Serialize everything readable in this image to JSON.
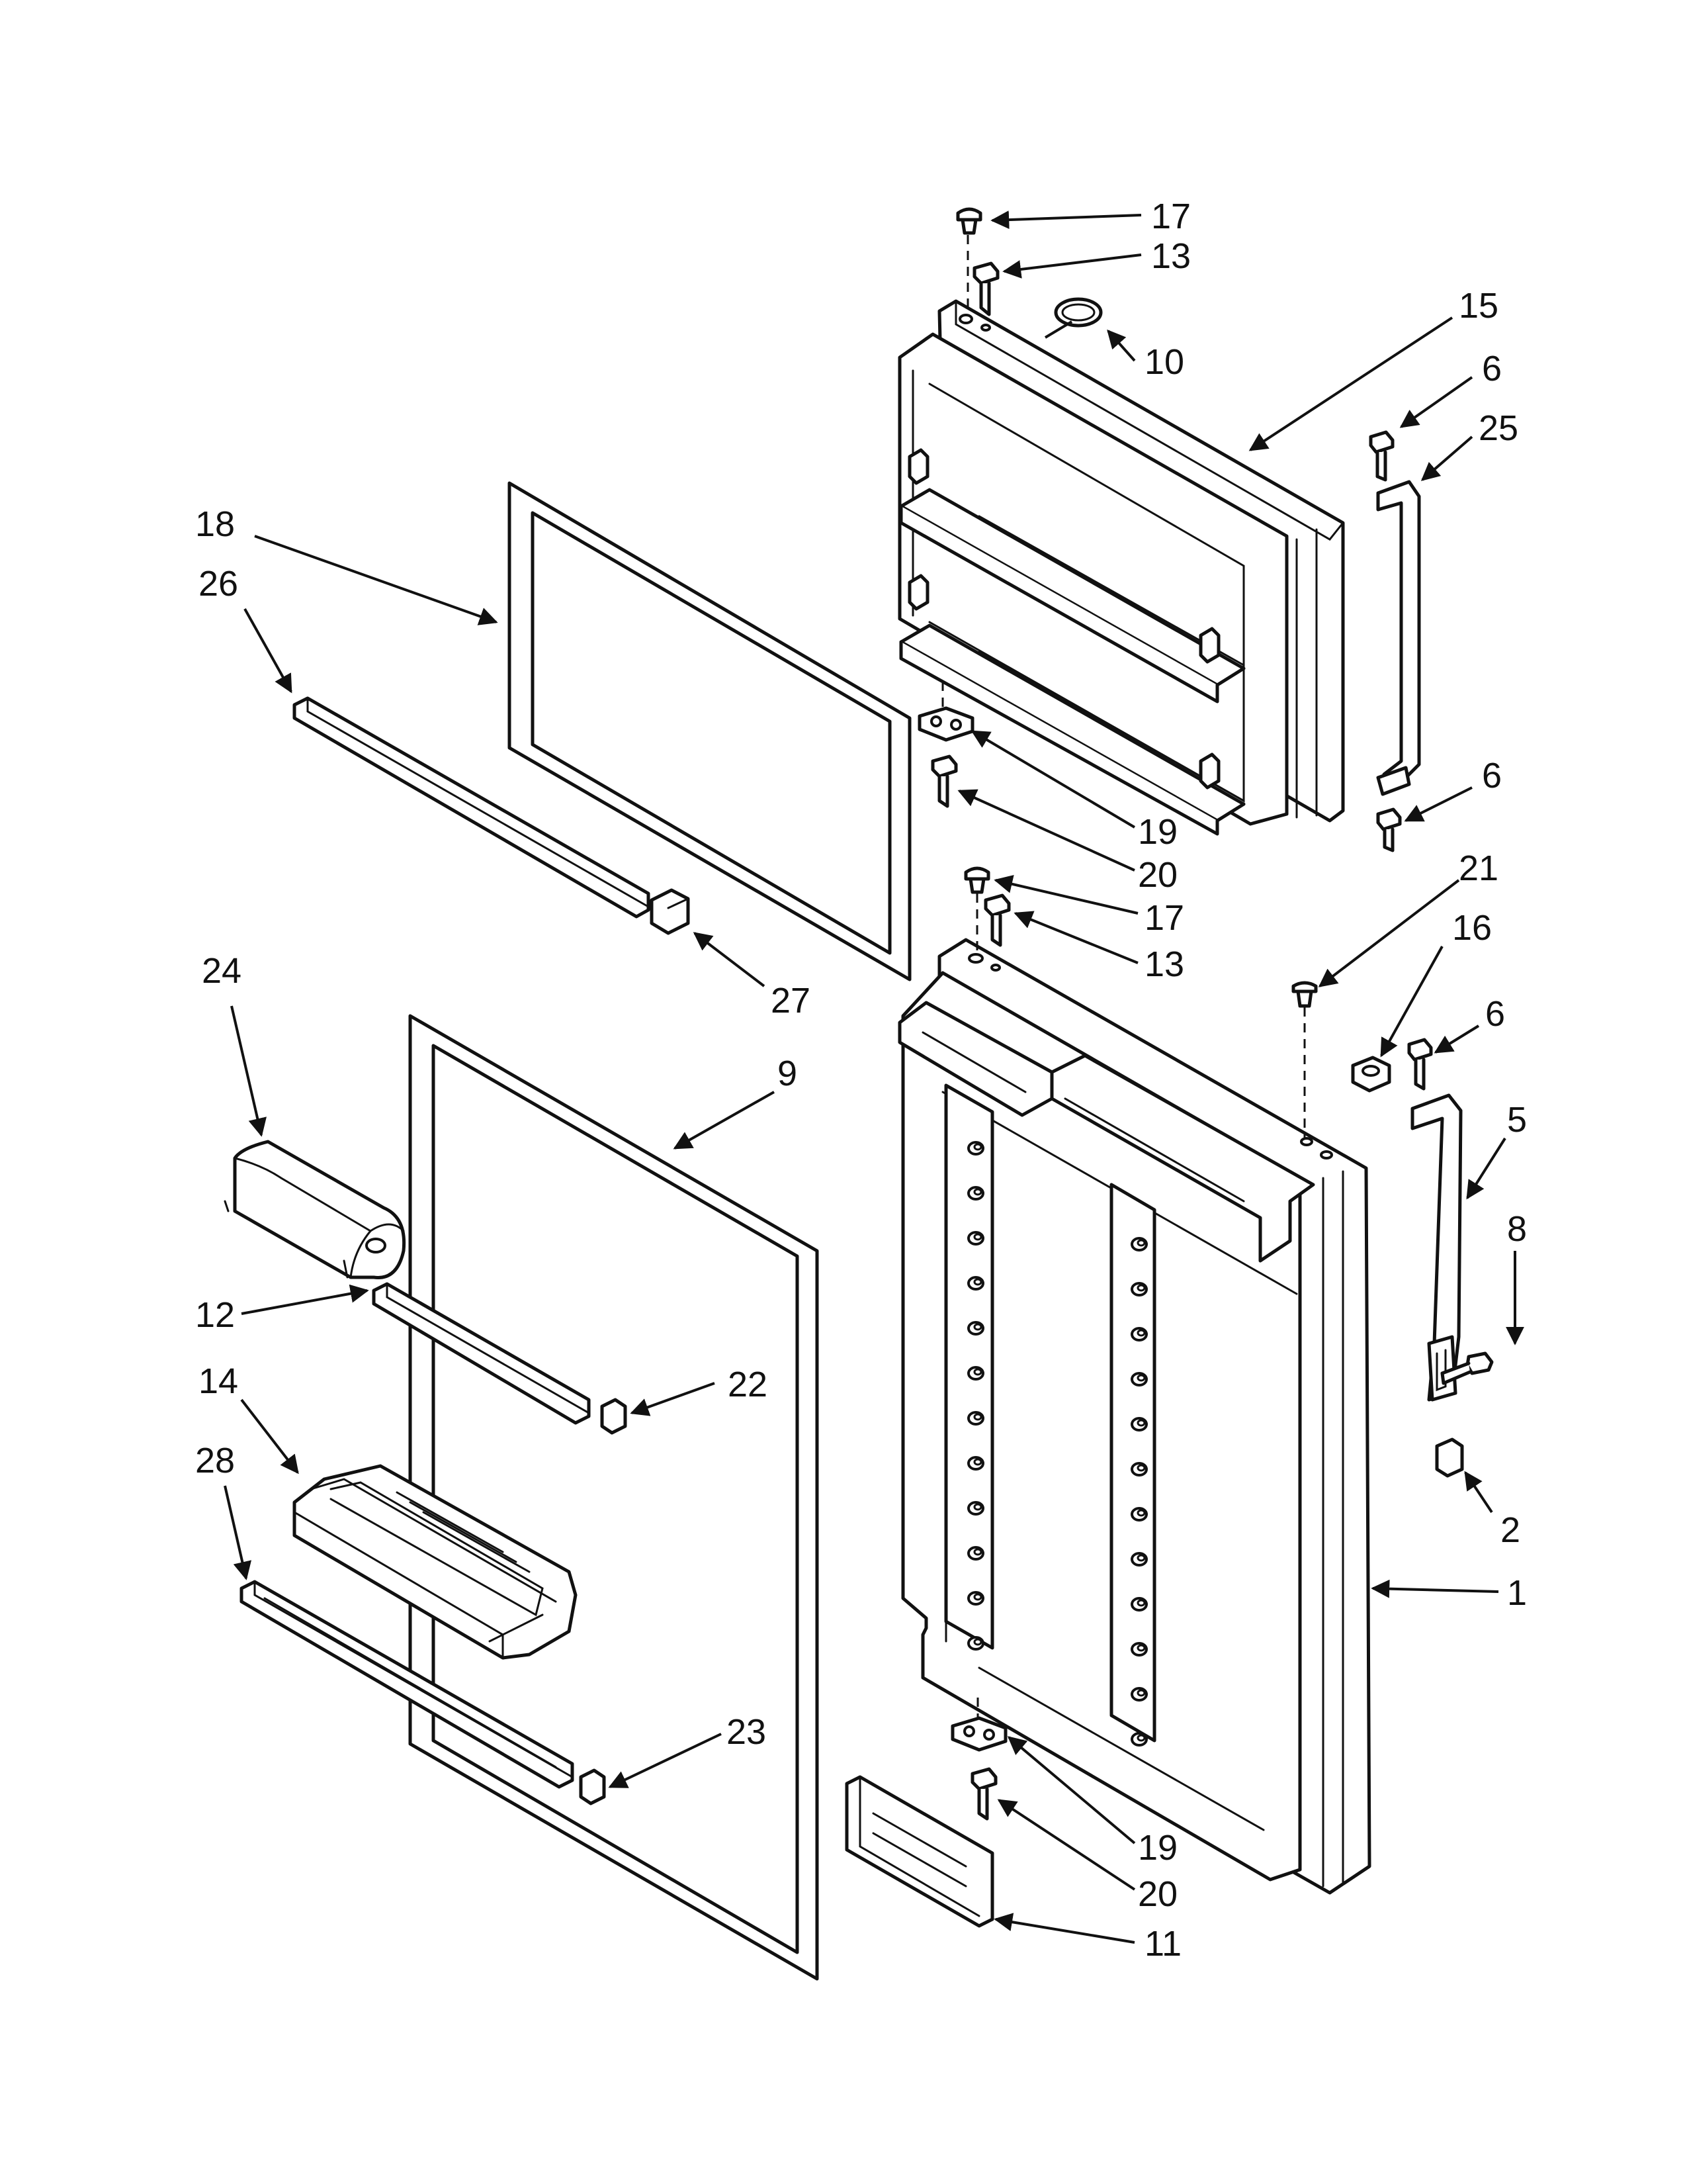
{
  "callouts": [
    {
      "id": "c17a",
      "label": "17"
    },
    {
      "id": "c13a",
      "label": "13"
    },
    {
      "id": "c15",
      "label": "15"
    },
    {
      "id": "c10",
      "label": "10"
    },
    {
      "id": "c6a",
      "label": "6"
    },
    {
      "id": "c25",
      "label": "25"
    },
    {
      "id": "c18",
      "label": "18"
    },
    {
      "id": "c26",
      "label": "26"
    },
    {
      "id": "c6b",
      "label": "6"
    },
    {
      "id": "c19a",
      "label": "19"
    },
    {
      "id": "c20a",
      "label": "20"
    },
    {
      "id": "c21",
      "label": "21"
    },
    {
      "id": "c17b",
      "label": "17"
    },
    {
      "id": "c16",
      "label": "16"
    },
    {
      "id": "c13b",
      "label": "13"
    },
    {
      "id": "c27",
      "label": "27"
    },
    {
      "id": "c6c",
      "label": "6"
    },
    {
      "id": "c24",
      "label": "24"
    },
    {
      "id": "c9",
      "label": "9"
    },
    {
      "id": "c5",
      "label": "5"
    },
    {
      "id": "c8",
      "label": "8"
    },
    {
      "id": "c12",
      "label": "12"
    },
    {
      "id": "c22",
      "label": "22"
    },
    {
      "id": "c14",
      "label": "14"
    },
    {
      "id": "c28",
      "label": "28"
    },
    {
      "id": "c2",
      "label": "2"
    },
    {
      "id": "c1",
      "label": "1"
    },
    {
      "id": "c23",
      "label": "23"
    },
    {
      "id": "c19b",
      "label": "19"
    },
    {
      "id": "c20b",
      "label": "20"
    },
    {
      "id": "c11",
      "label": "11"
    }
  ]
}
